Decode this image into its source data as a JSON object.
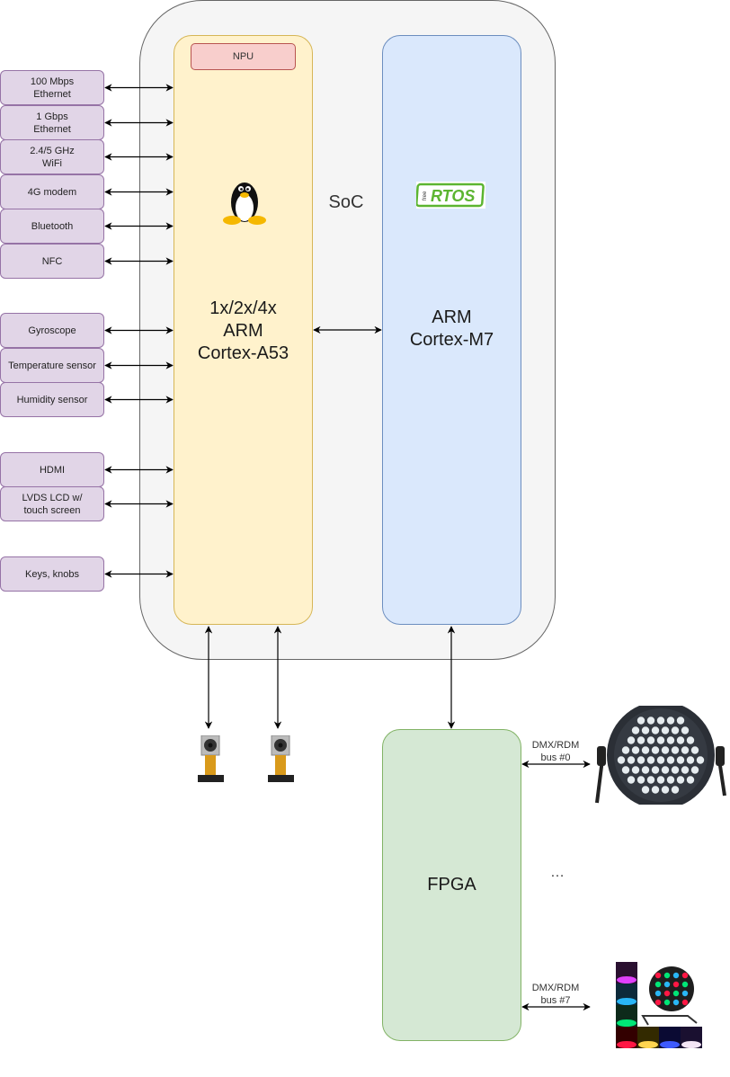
{
  "soc": {
    "label": "SoC"
  },
  "npu": {
    "label": "NPU"
  },
  "cortex_a53": {
    "lines": [
      "1x/2x/4x",
      "ARM",
      "Cortex-A53"
    ],
    "os_icon": "linux-tux-icon"
  },
  "cortex_m7": {
    "lines": [
      "ARM",
      "Cortex-M7"
    ],
    "os_icon": "freertos-logo-icon",
    "logo_text": "RTOS",
    "logo_prefix": "free"
  },
  "fpga": {
    "label": "FPGA"
  },
  "peripherals": [
    {
      "lines": [
        "100 Mbps",
        "Ethernet"
      ]
    },
    {
      "lines": [
        "1 Gbps",
        "Ethernet"
      ]
    },
    {
      "lines": [
        "2.4/5 GHz",
        "WiFi"
      ]
    },
    {
      "lines": [
        "4G modem"
      ]
    },
    {
      "lines": [
        "Bluetooth"
      ]
    },
    {
      "lines": [
        "NFC"
      ]
    },
    {
      "lines": [
        "Gyroscope"
      ]
    },
    {
      "lines": [
        "Temperature sensor"
      ]
    },
    {
      "lines": [
        "Humidity sensor"
      ]
    },
    {
      "lines": [
        "HDMI"
      ]
    },
    {
      "lines": [
        "LVDS LCD w/",
        "touch screen"
      ]
    },
    {
      "lines": [
        "Keys, knobs"
      ]
    }
  ],
  "cameras": [
    {
      "icon": "camera-module-icon"
    },
    {
      "icon": "camera-module-icon"
    }
  ],
  "dmx_buses": [
    {
      "lines": [
        "DMX/RDM",
        "bus #0"
      ],
      "device_icon": "led-par-light-icon"
    },
    {
      "lines": [
        "DMX/RDM",
        "bus #7"
      ],
      "device_icon": "rgb-par-light-icon"
    }
  ],
  "ellipsis": "…",
  "colors": {
    "soc_fill": "#f5f5f5",
    "a53_fill": "#fff2cc",
    "m7_fill": "#dae8fc",
    "fpga_fill": "#d5e8d4",
    "npu_fill": "#f8cecc",
    "peripheral_fill": "#e1d5e7"
  }
}
